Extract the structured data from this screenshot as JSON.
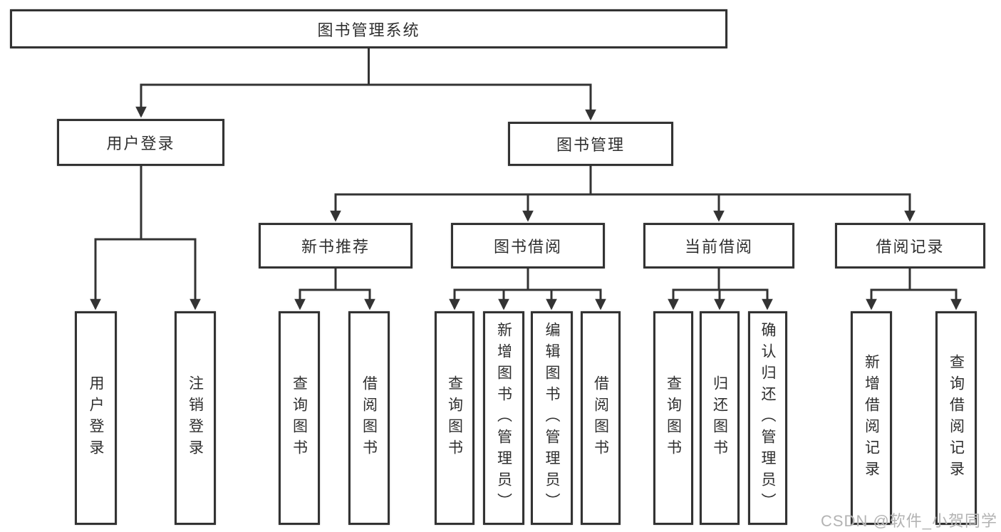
{
  "diagram": {
    "type": "hierarchy-tree",
    "colors": {
      "line": "#333333",
      "box_border": "#333333",
      "text": "#2f2f2f",
      "watermark": "#b3b3b3",
      "background": "#ffffff"
    },
    "tree": {
      "root": {
        "label": "图书管理系统",
        "children": [
          {
            "label": "用户登录",
            "children": [
              {
                "label": "用户登录"
              },
              {
                "label": "注销登录"
              }
            ]
          },
          {
            "label": "图书管理",
            "children": [
              {
                "label": "新书推荐",
                "children": [
                  {
                    "label": "查询图书"
                  },
                  {
                    "label": "借阅图书"
                  }
                ]
              },
              {
                "label": "图书借阅",
                "children": [
                  {
                    "label": "查询图书"
                  },
                  {
                    "label": "新增图书（管理员）"
                  },
                  {
                    "label": "编辑图书（管理员）"
                  },
                  {
                    "label": "借阅图书"
                  }
                ]
              },
              {
                "label": "当前借阅",
                "children": [
                  {
                    "label": "查询图书"
                  },
                  {
                    "label": "归还图书"
                  },
                  {
                    "label": "确认归还（管理员）"
                  }
                ]
              },
              {
                "label": "借阅记录",
                "children": [
                  {
                    "label": "新增借阅记录"
                  },
                  {
                    "label": "查询借阅记录"
                  }
                ]
              }
            ]
          }
        ]
      }
    },
    "watermark": {
      "text": "CSDN @软件_小贺同学"
    }
  }
}
